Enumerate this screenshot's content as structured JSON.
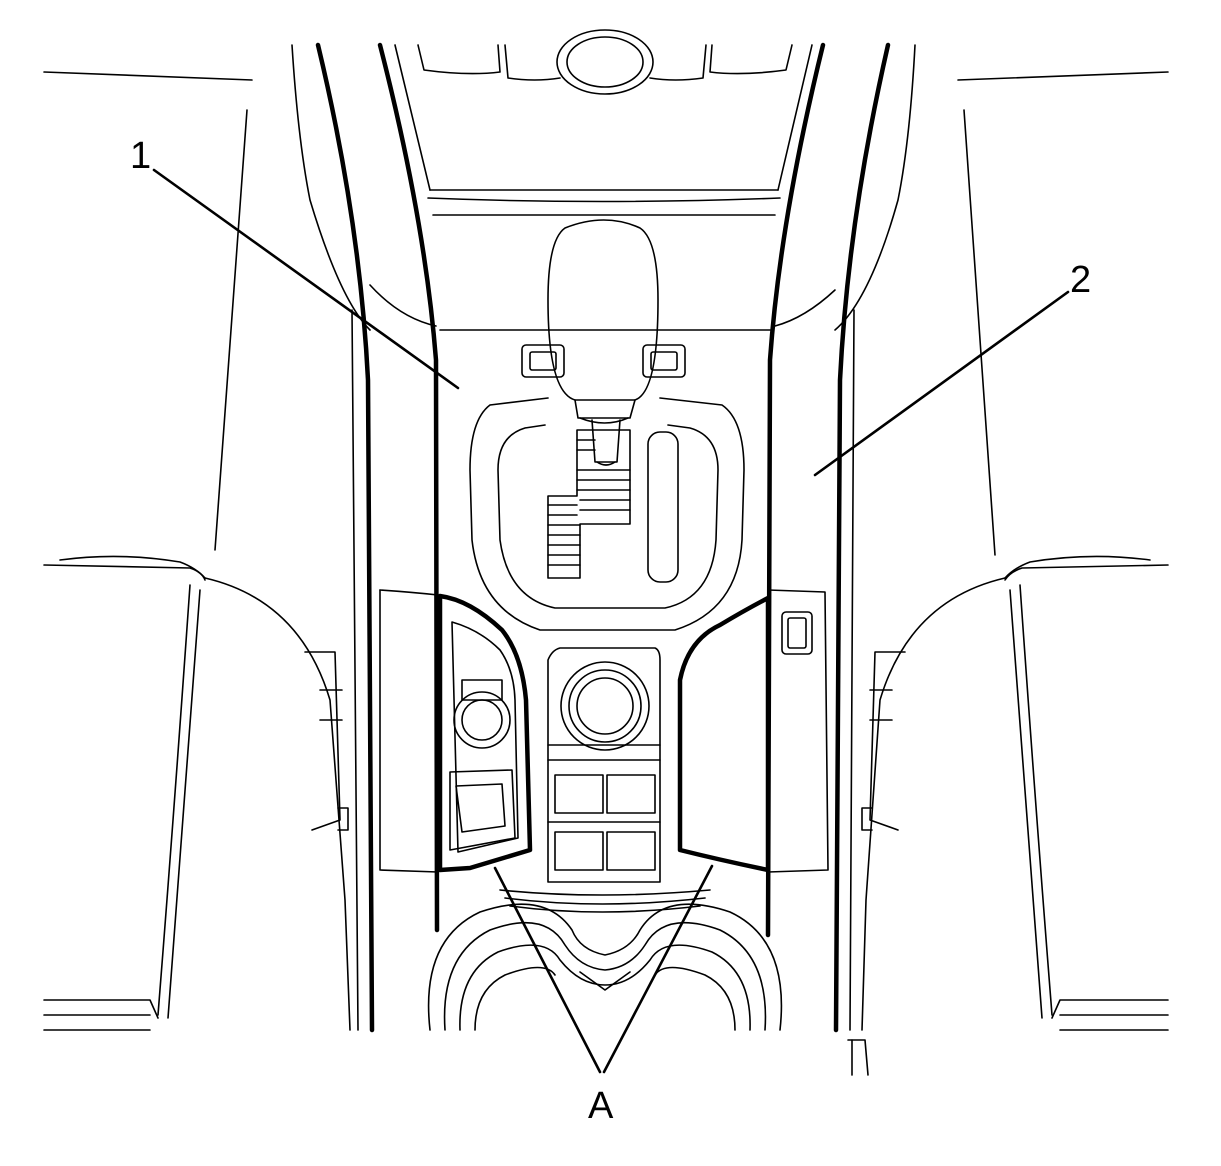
{
  "callouts": {
    "one": "1",
    "two": "2",
    "a": "A"
  },
  "colors": {
    "ink": "#000000",
    "paper": "#ffffff"
  }
}
